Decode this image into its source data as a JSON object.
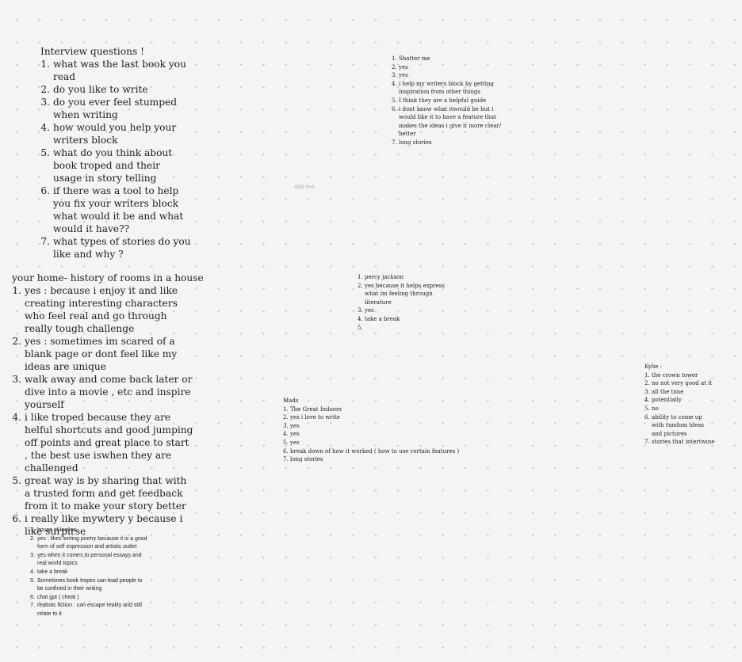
{
  "interview_note": {
    "title": "Interview questions !",
    "items": [
      "what was the last book you read",
      "do you like to write",
      "do you ever feel stumped when writing",
      "how would you help your writers block",
      "what do you think about book troped and their usage in story telling",
      "if there was a tool to help you fix your writers block what would it be and what would it have??",
      "what types of stories do you like and why ?"
    ]
  },
  "home_note": {
    "title": "your home- history of rooms in a house",
    "items": [
      "yes : because i enjoy it and like creating interesting characters who feel real and go through really tough challenge",
      "yes : sometimes im scared of a blank page or dont feel like my ideas are unique",
      "walk away and come back later or dive into a movie , etc and inspire yourself",
      "i like troped because they are helful shortcuts and good jumping off points and great place to start , the best use iswhen they are challenged",
      "great way is by sharing that with a trusted form and get feedback from it to make your story better",
      " i really like mywtery y because i like surpirse"
    ]
  },
  "shatter_note": {
    "items": [
      "Shatter me",
      "yes",
      "yes",
      "i help my writers block by getting inspiration from other things",
      "I think they are a helpful guide",
      "i dont know what itwould be but i would like it to have a feature that makes the ideas i give it more clear/ better",
      "long stories"
    ]
  },
  "add_text_placeholder": "Add text",
  "percy_note": {
    "items": [
      "percy jackson",
      "yes because it helps express what im feeling through literature",
      "yes",
      "take a break",
      ""
    ]
  },
  "mads_note": {
    "title": "Mads",
    "items": [
      "The Great Indoors",
      "yes i love to write",
      "yes",
      "yes",
      "yes",
      "break down of how it worked ( how to use certain features )",
      "long stories"
    ]
  },
  "kylie_note": {
    "title": "Kylie :",
    "items": [
      "the crown tower",
      "no not very good at it",
      "all the time",
      "potentially",
      "no",
      "ability to come up with random ideas and pictures",
      "stories that intertwine"
    ]
  },
  "leaves_note": {
    "items": [
      "house of leaves",
      "yes  : likes writing poetry because it is a good form of self expression and artistic outlet",
      "yes when it comes to personal essays and real world topics",
      "take a break",
      "Sometimes book tropes can lead people to be confined in their writing",
      "chat gpt ( cheat )",
      "realistic fiction : can escape reality and still relate to it"
    ]
  },
  "colors": {
    "canvas_background": "#f4f4f4",
    "grid_dot": "#c9c9c9",
    "text": "#1e1e1e",
    "placeholder": "#b4b4b4"
  }
}
